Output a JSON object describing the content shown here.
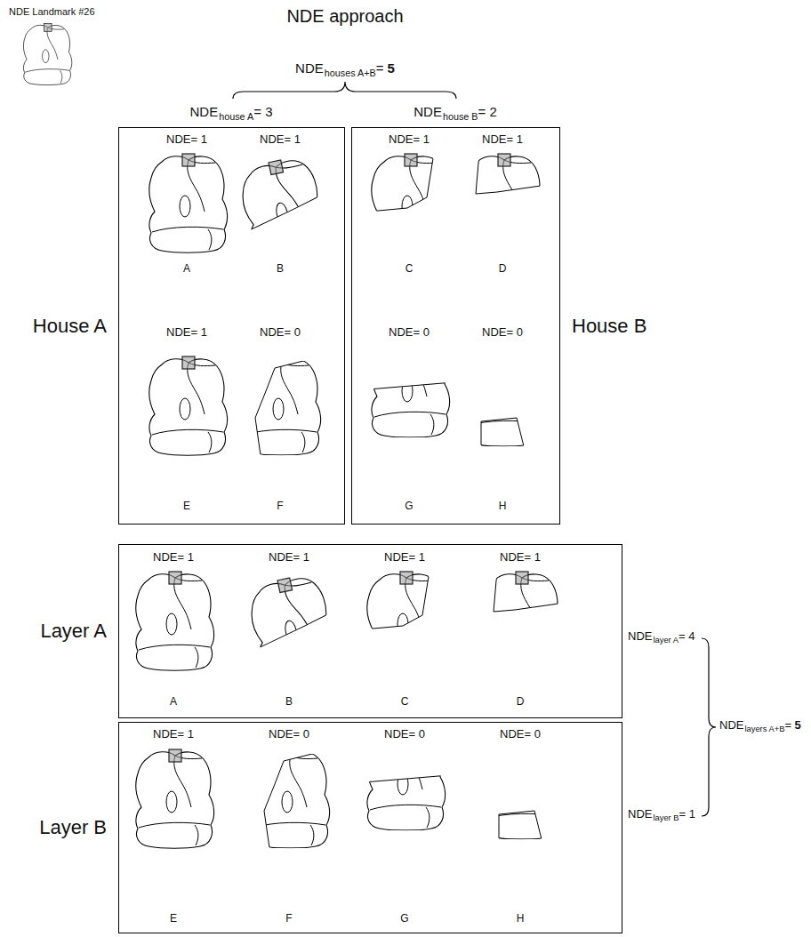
{
  "diagram": {
    "title": "NDE approach",
    "nodes": [
      {
        "text": [
          "House A"
        ]
      },
      {
        "text": [
          "House B"
        ]
      },
      {
        "text": [
          "Layer A"
        ]
      },
      {
        "text": [
          "Layer B"
        ]
      }
    ],
    "labels": [
      "NDE Landmark #26",
      "NDE",
      "houses A+B",
      "=",
      "5",
      "NDE",
      "house A",
      "= 3",
      "NDE",
      "house B",
      "= 2",
      "NDE= 1",
      "NDE= 1",
      "NDE= 1",
      "NDE= 1",
      "A",
      "B",
      "C",
      "D",
      "NDE= 1",
      "NDE= 0",
      "NDE= 0",
      "NDE= 0",
      "E",
      "F",
      "G",
      "H",
      "NDE= 1",
      "NDE= 1",
      "NDE= 1",
      "NDE= 1",
      "A",
      "B",
      "C",
      "D",
      "NDE",
      "layer A",
      "= 4",
      "NDE= 1",
      "NDE= 0",
      "NDE= 0",
      "NDE= 0",
      "E",
      "F",
      "G",
      "H",
      "NDE",
      "layer B",
      "= 1",
      "NDE",
      "layers A+B",
      "=",
      "5"
    ]
  }
}
